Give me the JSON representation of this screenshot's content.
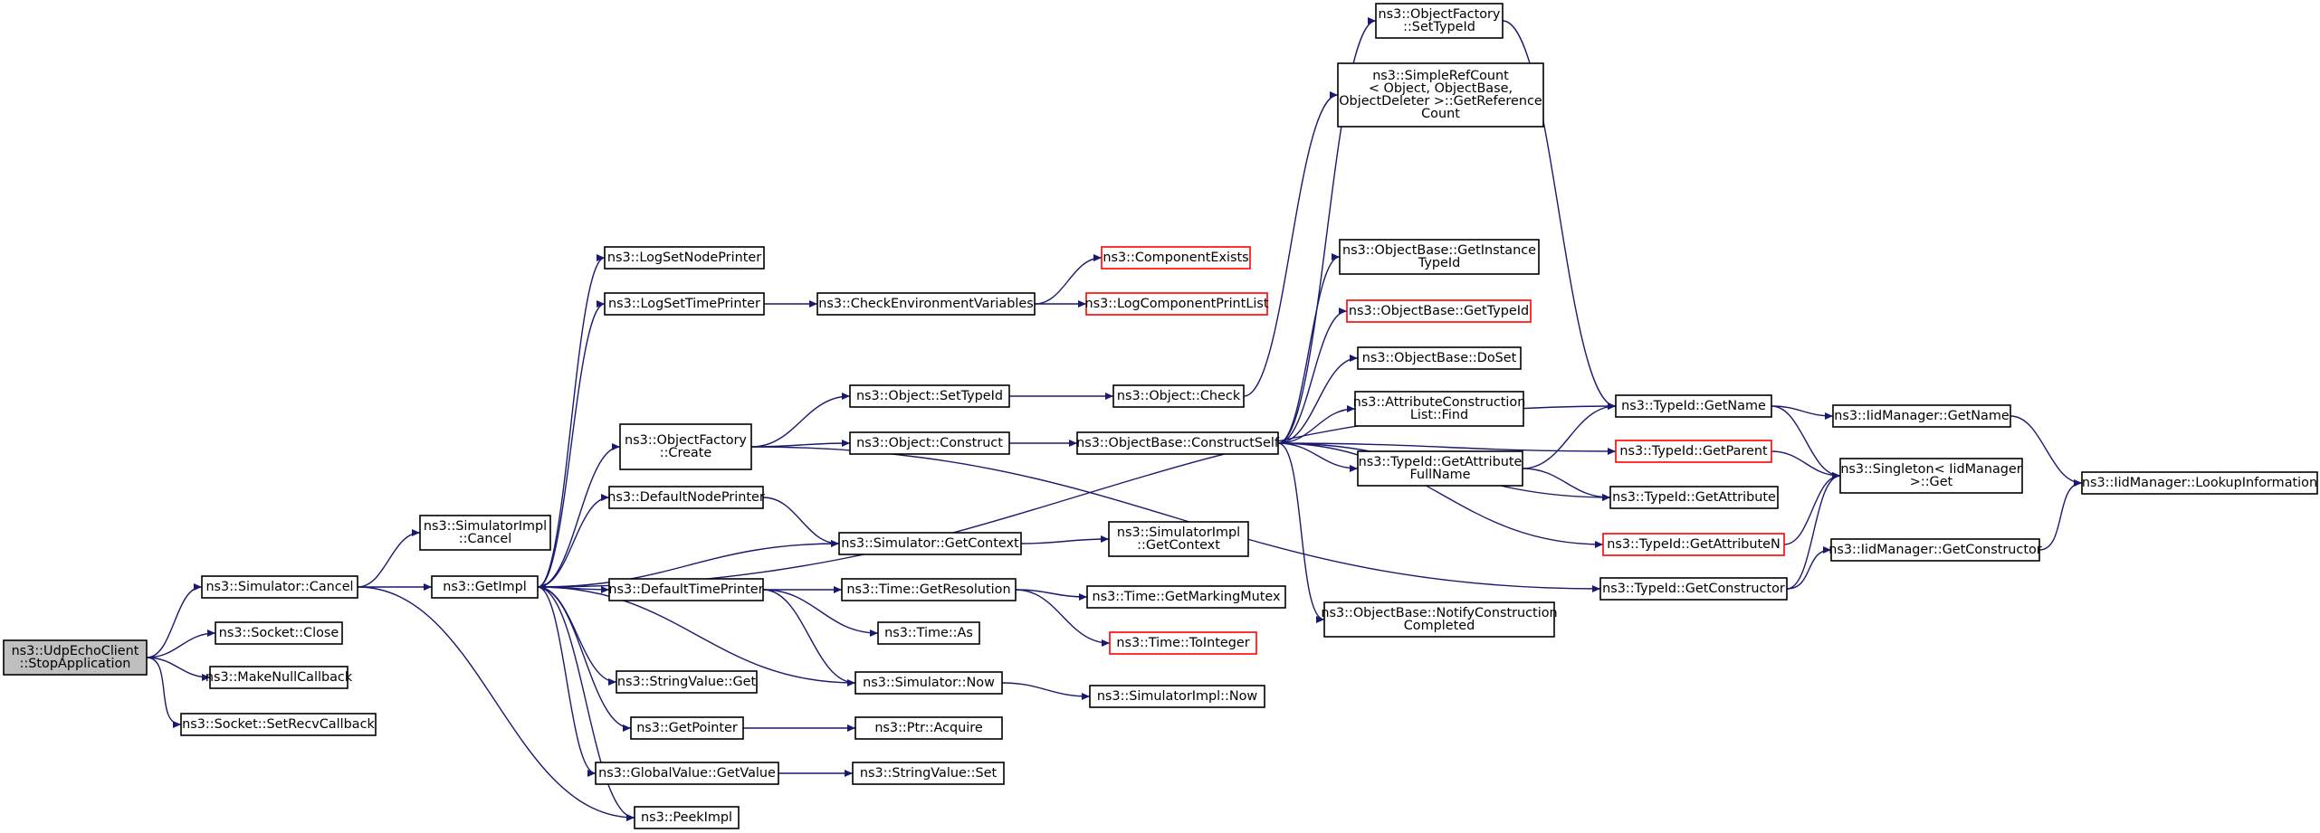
{
  "colors": {
    "edge": "#191970",
    "root_fill": "#bfbfbf",
    "node_border": "#000000",
    "truncated_border": "#ff0000"
  },
  "nodes": [
    {
      "id": "stop",
      "lines": [
        "ns3::UdpEchoClient",
        "::StopApplication"
      ],
      "style": "root"
    },
    {
      "id": "simcancel",
      "lines": [
        "ns3::Simulator::Cancel"
      ]
    },
    {
      "id": "sockclose",
      "lines": [
        "ns3::Socket::Close"
      ]
    },
    {
      "id": "makenull",
      "lines": [
        "ns3::MakeNullCallback"
      ]
    },
    {
      "id": "setrecv",
      "lines": [
        "ns3::Socket::SetRecvCallback"
      ]
    },
    {
      "id": "simimplcancel",
      "lines": [
        "ns3::SimulatorImpl",
        "::Cancel"
      ]
    },
    {
      "id": "getimpl",
      "lines": [
        "ns3::GetImpl"
      ]
    },
    {
      "id": "lognode",
      "lines": [
        "ns3::LogSetNodePrinter"
      ]
    },
    {
      "id": "logtime",
      "lines": [
        "ns3::LogSetTimePrinter"
      ]
    },
    {
      "id": "checkenv",
      "lines": [
        "ns3::CheckEnvironmentVariables"
      ]
    },
    {
      "id": "compexists",
      "lines": [
        "ns3::ComponentExists"
      ],
      "style": "red"
    },
    {
      "id": "logcompprint",
      "lines": [
        "ns3::LogComponentPrintList"
      ],
      "style": "red"
    },
    {
      "id": "ofcreate",
      "lines": [
        "ns3::ObjectFactory",
        "::Create"
      ]
    },
    {
      "id": "objsettypeid",
      "lines": [
        "ns3::Object::SetTypeId"
      ]
    },
    {
      "id": "objcheck",
      "lines": [
        "ns3::Object::Check"
      ]
    },
    {
      "id": "objconstruct",
      "lines": [
        "ns3::Object::Construct"
      ]
    },
    {
      "id": "constructself",
      "lines": [
        "ns3::ObjectBase::ConstructSelf"
      ]
    },
    {
      "id": "ofsettypeid",
      "lines": [
        "ns3::ObjectFactory",
        "::SetTypeId"
      ]
    },
    {
      "id": "simplerefcount",
      "lines": [
        "ns3::SimpleRefCount",
        "< Object, ObjectBase,",
        "ObjectDeleter >::GetReference",
        "Count"
      ]
    },
    {
      "id": "getinsttypeid",
      "lines": [
        "ns3::ObjectBase::GetInstance",
        "TypeId"
      ]
    },
    {
      "id": "obgettypeid",
      "lines": [
        "ns3::ObjectBase::GetTypeId"
      ],
      "style": "red"
    },
    {
      "id": "dosset",
      "lines": [
        "ns3::ObjectBase::DoSet"
      ]
    },
    {
      "id": "attrfind",
      "lines": [
        "ns3::AttributeConstruction",
        "List::Find"
      ]
    },
    {
      "id": "getattrfull",
      "lines": [
        "ns3::TypeId::GetAttribute",
        "FullName"
      ]
    },
    {
      "id": "notifyconst",
      "lines": [
        "ns3::ObjectBase::NotifyConstruction",
        "Completed"
      ]
    },
    {
      "id": "tidgetname",
      "lines": [
        "ns3::TypeId::GetName"
      ]
    },
    {
      "id": "tidgetparent",
      "lines": [
        "ns3::TypeId::GetParent"
      ],
      "style": "red"
    },
    {
      "id": "tidgetattr",
      "lines": [
        "ns3::TypeId::GetAttribute"
      ]
    },
    {
      "id": "tidgetattrn",
      "lines": [
        "ns3::TypeId::GetAttributeN"
      ],
      "style": "red"
    },
    {
      "id": "tidgetctor",
      "lines": [
        "ns3::TypeId::GetConstructor"
      ]
    },
    {
      "id": "iidgetname",
      "lines": [
        "ns3::IidManager::GetName"
      ]
    },
    {
      "id": "singleton",
      "lines": [
        "ns3::Singleton< IidManager",
        ">::Get"
      ]
    },
    {
      "id": "iidgetctor",
      "lines": [
        "ns3::IidManager::GetConstructor"
      ]
    },
    {
      "id": "lookup",
      "lines": [
        "ns3::IidManager::LookupInformation"
      ]
    },
    {
      "id": "defnode",
      "lines": [
        "ns3::DefaultNodePrinter"
      ]
    },
    {
      "id": "simgetctx",
      "lines": [
        "ns3::Simulator::GetContext"
      ]
    },
    {
      "id": "simimplgetctx",
      "lines": [
        "ns3::SimulatorImpl",
        "::GetContext"
      ]
    },
    {
      "id": "deftime",
      "lines": [
        "ns3::DefaultTimePrinter"
      ]
    },
    {
      "id": "timegetres",
      "lines": [
        "ns3::Time::GetResolution"
      ]
    },
    {
      "id": "timemutex",
      "lines": [
        "ns3::Time::GetMarkingMutex"
      ]
    },
    {
      "id": "timeas",
      "lines": [
        "ns3::Time::As"
      ]
    },
    {
      "id": "timetoint",
      "lines": [
        "ns3::Time::ToInteger"
      ],
      "style": "red"
    },
    {
      "id": "strget",
      "lines": [
        "ns3::StringValue::Get"
      ]
    },
    {
      "id": "simnow",
      "lines": [
        "ns3::Simulator::Now"
      ]
    },
    {
      "id": "simimplnow",
      "lines": [
        "ns3::SimulatorImpl::Now"
      ]
    },
    {
      "id": "getpointer",
      "lines": [
        "ns3::GetPointer"
      ]
    },
    {
      "id": "ptracquire",
      "lines": [
        "ns3::Ptr::Acquire"
      ]
    },
    {
      "id": "gvgetvalue",
      "lines": [
        "ns3::GlobalValue::GetValue"
      ]
    },
    {
      "id": "strset",
      "lines": [
        "ns3::StringValue::Set"
      ]
    },
    {
      "id": "peekimpl",
      "lines": [
        "ns3::PeekImpl"
      ]
    }
  ],
  "edges": [
    [
      "stop",
      "simcancel"
    ],
    [
      "stop",
      "sockclose"
    ],
    [
      "stop",
      "makenull"
    ],
    [
      "stop",
      "setrecv"
    ],
    [
      "simcancel",
      "simimplcancel"
    ],
    [
      "simcancel",
      "getimpl"
    ],
    [
      "simcancel",
      "peekimpl"
    ],
    [
      "getimpl",
      "lognode"
    ],
    [
      "getimpl",
      "logtime"
    ],
    [
      "getimpl",
      "ofcreate"
    ],
    [
      "getimpl",
      "defnode"
    ],
    [
      "getimpl",
      "simgetctx"
    ],
    [
      "getimpl",
      "deftime"
    ],
    [
      "getimpl",
      "strget"
    ],
    [
      "getimpl",
      "getpointer"
    ],
    [
      "getimpl",
      "gvgetvalue"
    ],
    [
      "getimpl",
      "peekimpl"
    ],
    [
      "getimpl",
      "tidgetname"
    ],
    [
      "logtime",
      "checkenv"
    ],
    [
      "checkenv",
      "compexists"
    ],
    [
      "checkenv",
      "logcompprint"
    ],
    [
      "ofcreate",
      "objsettypeid"
    ],
    [
      "ofcreate",
      "objconstruct"
    ],
    [
      "ofcreate",
      "tidgetctor"
    ],
    [
      "objsettypeid",
      "objcheck"
    ],
    [
      "objcheck",
      "simplerefcount"
    ],
    [
      "objconstruct",
      "constructself"
    ],
    [
      "constructself",
      "ofsettypeid"
    ],
    [
      "constructself",
      "getinsttypeid"
    ],
    [
      "constructself",
      "obgettypeid"
    ],
    [
      "constructself",
      "dosset"
    ],
    [
      "constructself",
      "attrfind"
    ],
    [
      "constructself",
      "getattrfull"
    ],
    [
      "constructself",
      "notifyconst"
    ],
    [
      "constructself",
      "tidgetparent"
    ],
    [
      "constructself",
      "tidgetattr"
    ],
    [
      "constructself",
      "tidgetattrn"
    ],
    [
      "ofsettypeid",
      "tidgetname"
    ],
    [
      "getattrfull",
      "tidgetname"
    ],
    [
      "getattrfull",
      "tidgetattr"
    ],
    [
      "tidgetname",
      "iidgetname"
    ],
    [
      "tidgetname",
      "singleton"
    ],
    [
      "tidgetparent",
      "singleton"
    ],
    [
      "tidgetattrn",
      "singleton"
    ],
    [
      "tidgetctor",
      "singleton"
    ],
    [
      "tidgetctor",
      "iidgetctor"
    ],
    [
      "iidgetname",
      "lookup"
    ],
    [
      "iidgetctor",
      "lookup"
    ],
    [
      "defnode",
      "simgetctx"
    ],
    [
      "simgetctx",
      "simimplgetctx"
    ],
    [
      "deftime",
      "timegetres"
    ],
    [
      "deftime",
      "timeas"
    ],
    [
      "deftime",
      "simnow"
    ],
    [
      "timegetres",
      "timemutex"
    ],
    [
      "timegetres",
      "timetoint"
    ],
    [
      "simnow",
      "getimpl"
    ],
    [
      "simnow",
      "simimplnow"
    ],
    [
      "getpointer",
      "ptracquire"
    ],
    [
      "gvgetvalue",
      "strset"
    ]
  ]
}
